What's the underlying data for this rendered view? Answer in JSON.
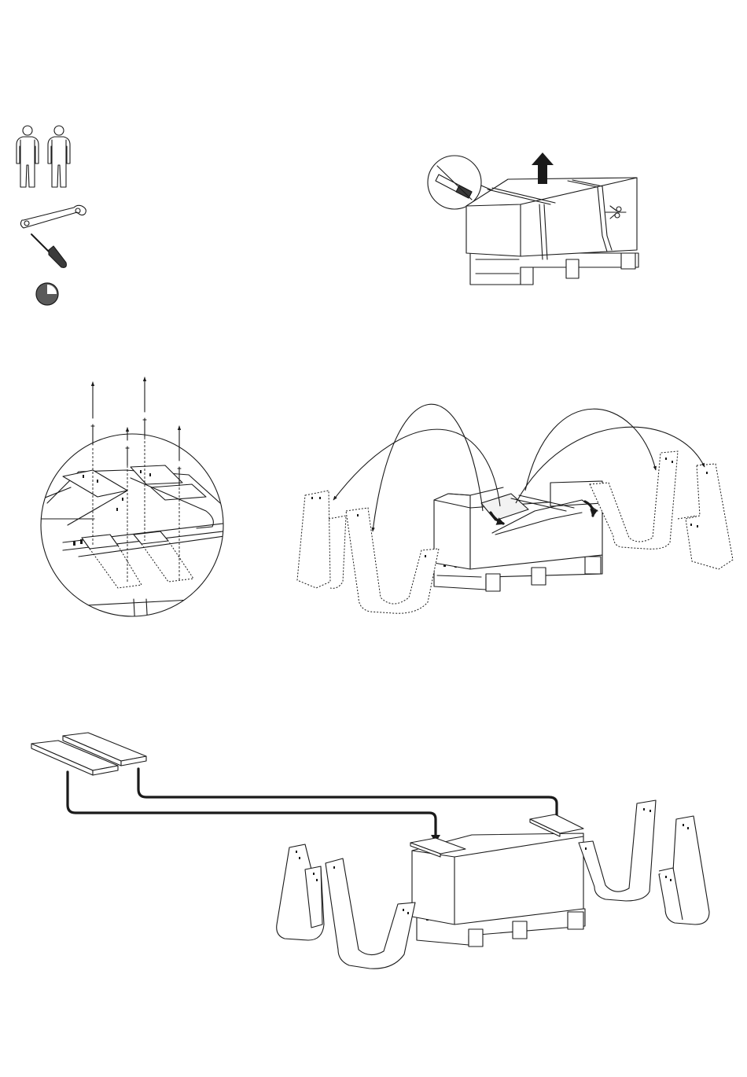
{
  "page": {
    "background": "#ffffff",
    "line_color": "#1a1a1a"
  },
  "requirements": {
    "people_count": 2,
    "icons": [
      "person-icon",
      "person-icon",
      "wrench-icon",
      "screwdriver-icon",
      "clock-icon"
    ],
    "time_fraction_shown": 0.75
  },
  "steps": [
    {
      "icon": "knife-icon",
      "scene": "cut-straps-lift-box-off-pallet"
    },
    {
      "icon": "screw-icon",
      "scene": "remove-screws-from-crate"
    },
    {
      "scene": "lift-out-legs-from-crate"
    },
    {
      "scene": "place-boards-on-crate"
    }
  ]
}
